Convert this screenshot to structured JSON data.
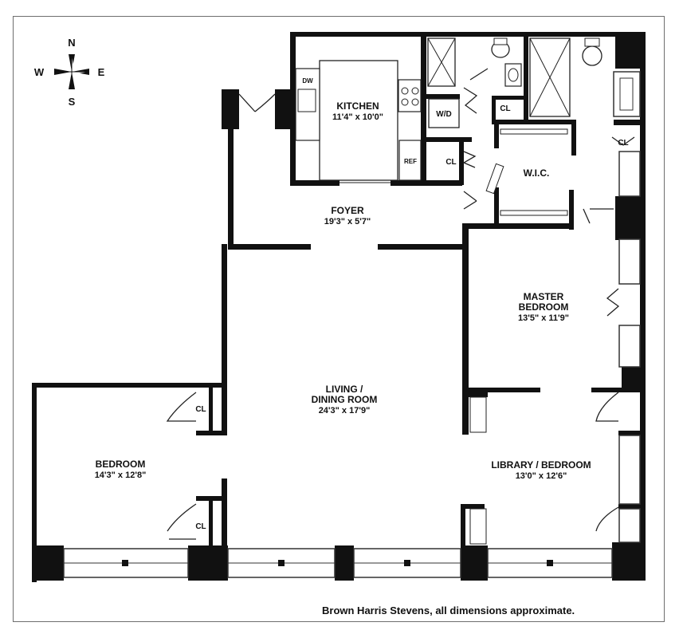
{
  "compass": {
    "north": "N",
    "south": "S",
    "east": "E",
    "west": "W"
  },
  "rooms": {
    "kitchen": {
      "name": "KITCHEN",
      "dims": "11'4\" x 10'0\""
    },
    "foyer": {
      "name": "FOYER",
      "dims": "19'3\" x 5'7\""
    },
    "living": {
      "name_line1": "LIVING /",
      "name_line2": "DINING ROOM",
      "dims": "24'3\" x 17'9\""
    },
    "master": {
      "name_line1": "MASTER",
      "name_line2": "BEDROOM",
      "dims": "13'5\" x 11'9\""
    },
    "bedroom": {
      "name": "BEDROOM",
      "dims": "14'3\" x 12'8\""
    },
    "library": {
      "name": "LIBRARY / BEDROOM",
      "dims": "13'0\" x 12'6\""
    },
    "wic": {
      "name": "W.I.C."
    }
  },
  "fixtures": {
    "dw": "DW",
    "ref": "REF",
    "wd": "W/D",
    "closet": "CL"
  },
  "credit": "Brown Harris Stevens, all dimensions approximate.",
  "colors": {
    "wall": "#111111",
    "line": "#333333",
    "window": "#d8d8d8"
  }
}
